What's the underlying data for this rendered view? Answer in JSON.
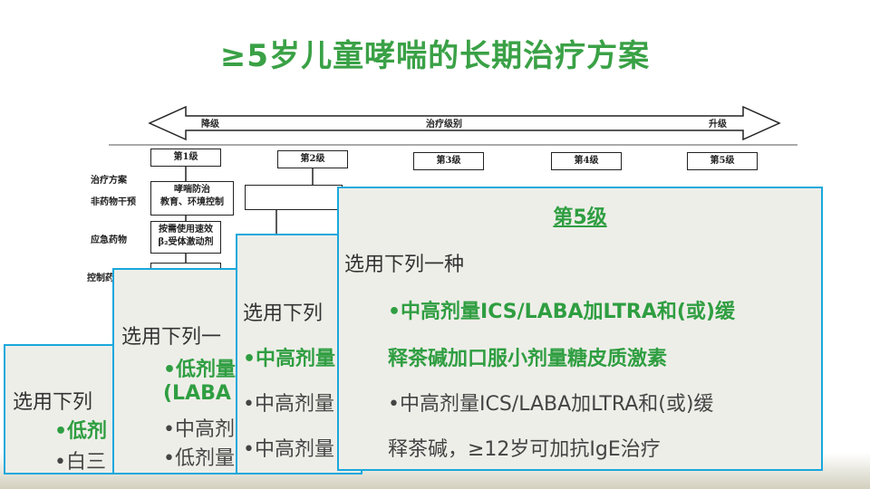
{
  "title": "≥5岁儿童哮喘的长期治疗方案",
  "scan": {
    "arrow_left": "降级",
    "arrow_mid": "治疗级别",
    "arrow_right": "升级",
    "levels": [
      "第1级",
      "第2级",
      "第3级",
      "第4级",
      "第5级"
    ],
    "rows": [
      "治疗方案",
      "非药物干预",
      "应急药物",
      "控制药物"
    ],
    "level1_nonpharm": [
      "哮喘防治",
      "教育、环境控制"
    ],
    "level1_reliever": [
      "按需使用速效",
      "β₂受体激动剂"
    ]
  },
  "cards": {
    "card1": {
      "intro": "选用下列",
      "item1": "•低剂",
      "item2": "•白三"
    },
    "card2": {
      "intro": "选用下列一",
      "item1": "•低剂量",
      "item1b": "(LABA",
      "item2": "•中高剂",
      "item3": "•低剂量"
    },
    "card3": {
      "intro": "选用下列",
      "item1": "•中高剂量",
      "item2": "•中高剂量",
      "item3": "•中高剂量"
    },
    "card5": {
      "heading": "第5级",
      "intro": "选用下列一种",
      "item1a": "•中高剂量ICS/LABA加LTRA和(或)缓",
      "item1b": "释茶碱加口服小剂量糖皮质激素",
      "item2a": "•中高剂量ICS/LABA加LTRA和(或)缓",
      "item2b": "释茶碱，≥12岁可加抗IgE治疗"
    }
  },
  "colors": {
    "title": "#3aa146",
    "card_border": "#19a8dc",
    "card_bg": "#eeeee9",
    "highlight": "#2f9e41"
  }
}
